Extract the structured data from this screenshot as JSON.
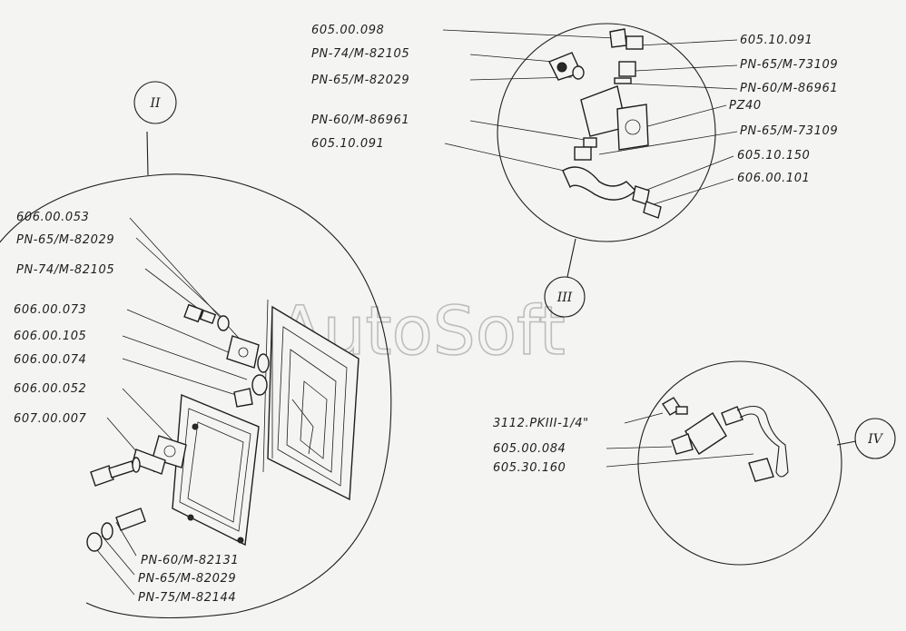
{
  "watermark": "AutoSoft",
  "views": {
    "II": "II",
    "III": "III",
    "IV": "IV"
  },
  "labels_view3": {
    "l1": "605.00.098",
    "l2": "PN-74/M-82105",
    "l3": "PN-65/M-82029",
    "l4": "PN-60/M-86961",
    "l5": "605.10.091",
    "r1": "605.10.091",
    "r2": "PN-65/M-73109",
    "r3": "PN-60/M-86961",
    "r4": "PZ40",
    "r5": "PN-65/M-73109",
    "r6": "605.10.150",
    "r7": "606.00.101"
  },
  "labels_view2": {
    "a1": "606.00.053",
    "a2": "PN-65/M-82029",
    "a3": "PN-74/M-82105",
    "a4": "606.00.073",
    "a5": "606.00.105",
    "a6": "606.00.074",
    "a7": "606.00.052",
    "a8": "607.00.007",
    "b1": "PN-60/M-82131",
    "b2": "PN-65/M-82029",
    "b3": "PN-75/M-82144"
  },
  "labels_view4": {
    "c1": "3112.PKIII-1/4\"",
    "c2": "605.00.084",
    "c3": "605.30.160"
  }
}
